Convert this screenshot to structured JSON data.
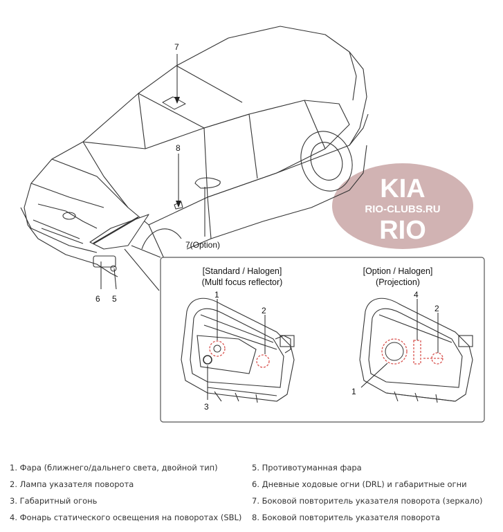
{
  "callouts": {
    "c1": "1",
    "c2": "2",
    "c3": "3",
    "c4": "4",
    "c5": "5",
    "c6": "6",
    "c7": "7",
    "c7opt": "7(Option)",
    "c8": "8"
  },
  "panels": {
    "standard": {
      "title": "[Standard / Halogen]",
      "subtitle": "(Multl focus reflector)"
    },
    "option": {
      "title": "[Option / Halogen]",
      "subtitle": "(Projection)"
    }
  },
  "watermark": {
    "line1": "KIA",
    "line2": "RIO-CLUBS.RU",
    "line3": "RIO",
    "color": "#c9a6a6"
  },
  "legend": {
    "left": [
      "1. Фара (ближнего/дальнего света, двойной тип)",
      "2. Лампа указателя поворота",
      "3. Габаритный огонь",
      "4. Фонарь статического освещения на поворотах (SBL)"
    ],
    "right": [
      "5. Противотуманная фара",
      "6. Дневные ходовые огни (DRL) и габаритные огни",
      "7. Боковой повторитель указателя поворота (зеркало)",
      "8. Боковой повторитель указателя поворота"
    ]
  },
  "colors": {
    "line": "#333333",
    "highlight": "#d9534f"
  }
}
